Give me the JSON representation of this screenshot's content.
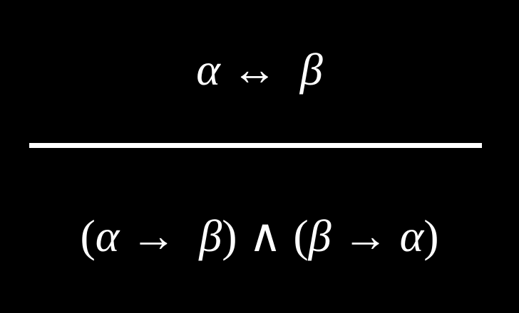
{
  "premise": {
    "left": "α",
    "connective": "↔",
    "right": "β"
  },
  "conclusion": {
    "open1": "(",
    "a1": "α",
    "arrow1": "→",
    "b1": "β",
    "close1": ")",
    "conj": "∧",
    "open2": "(",
    "b2": "β",
    "arrow2": "→",
    "a2": "α",
    "close2": ")"
  },
  "colors": {
    "background": "#000000",
    "foreground": "#ffffff"
  }
}
